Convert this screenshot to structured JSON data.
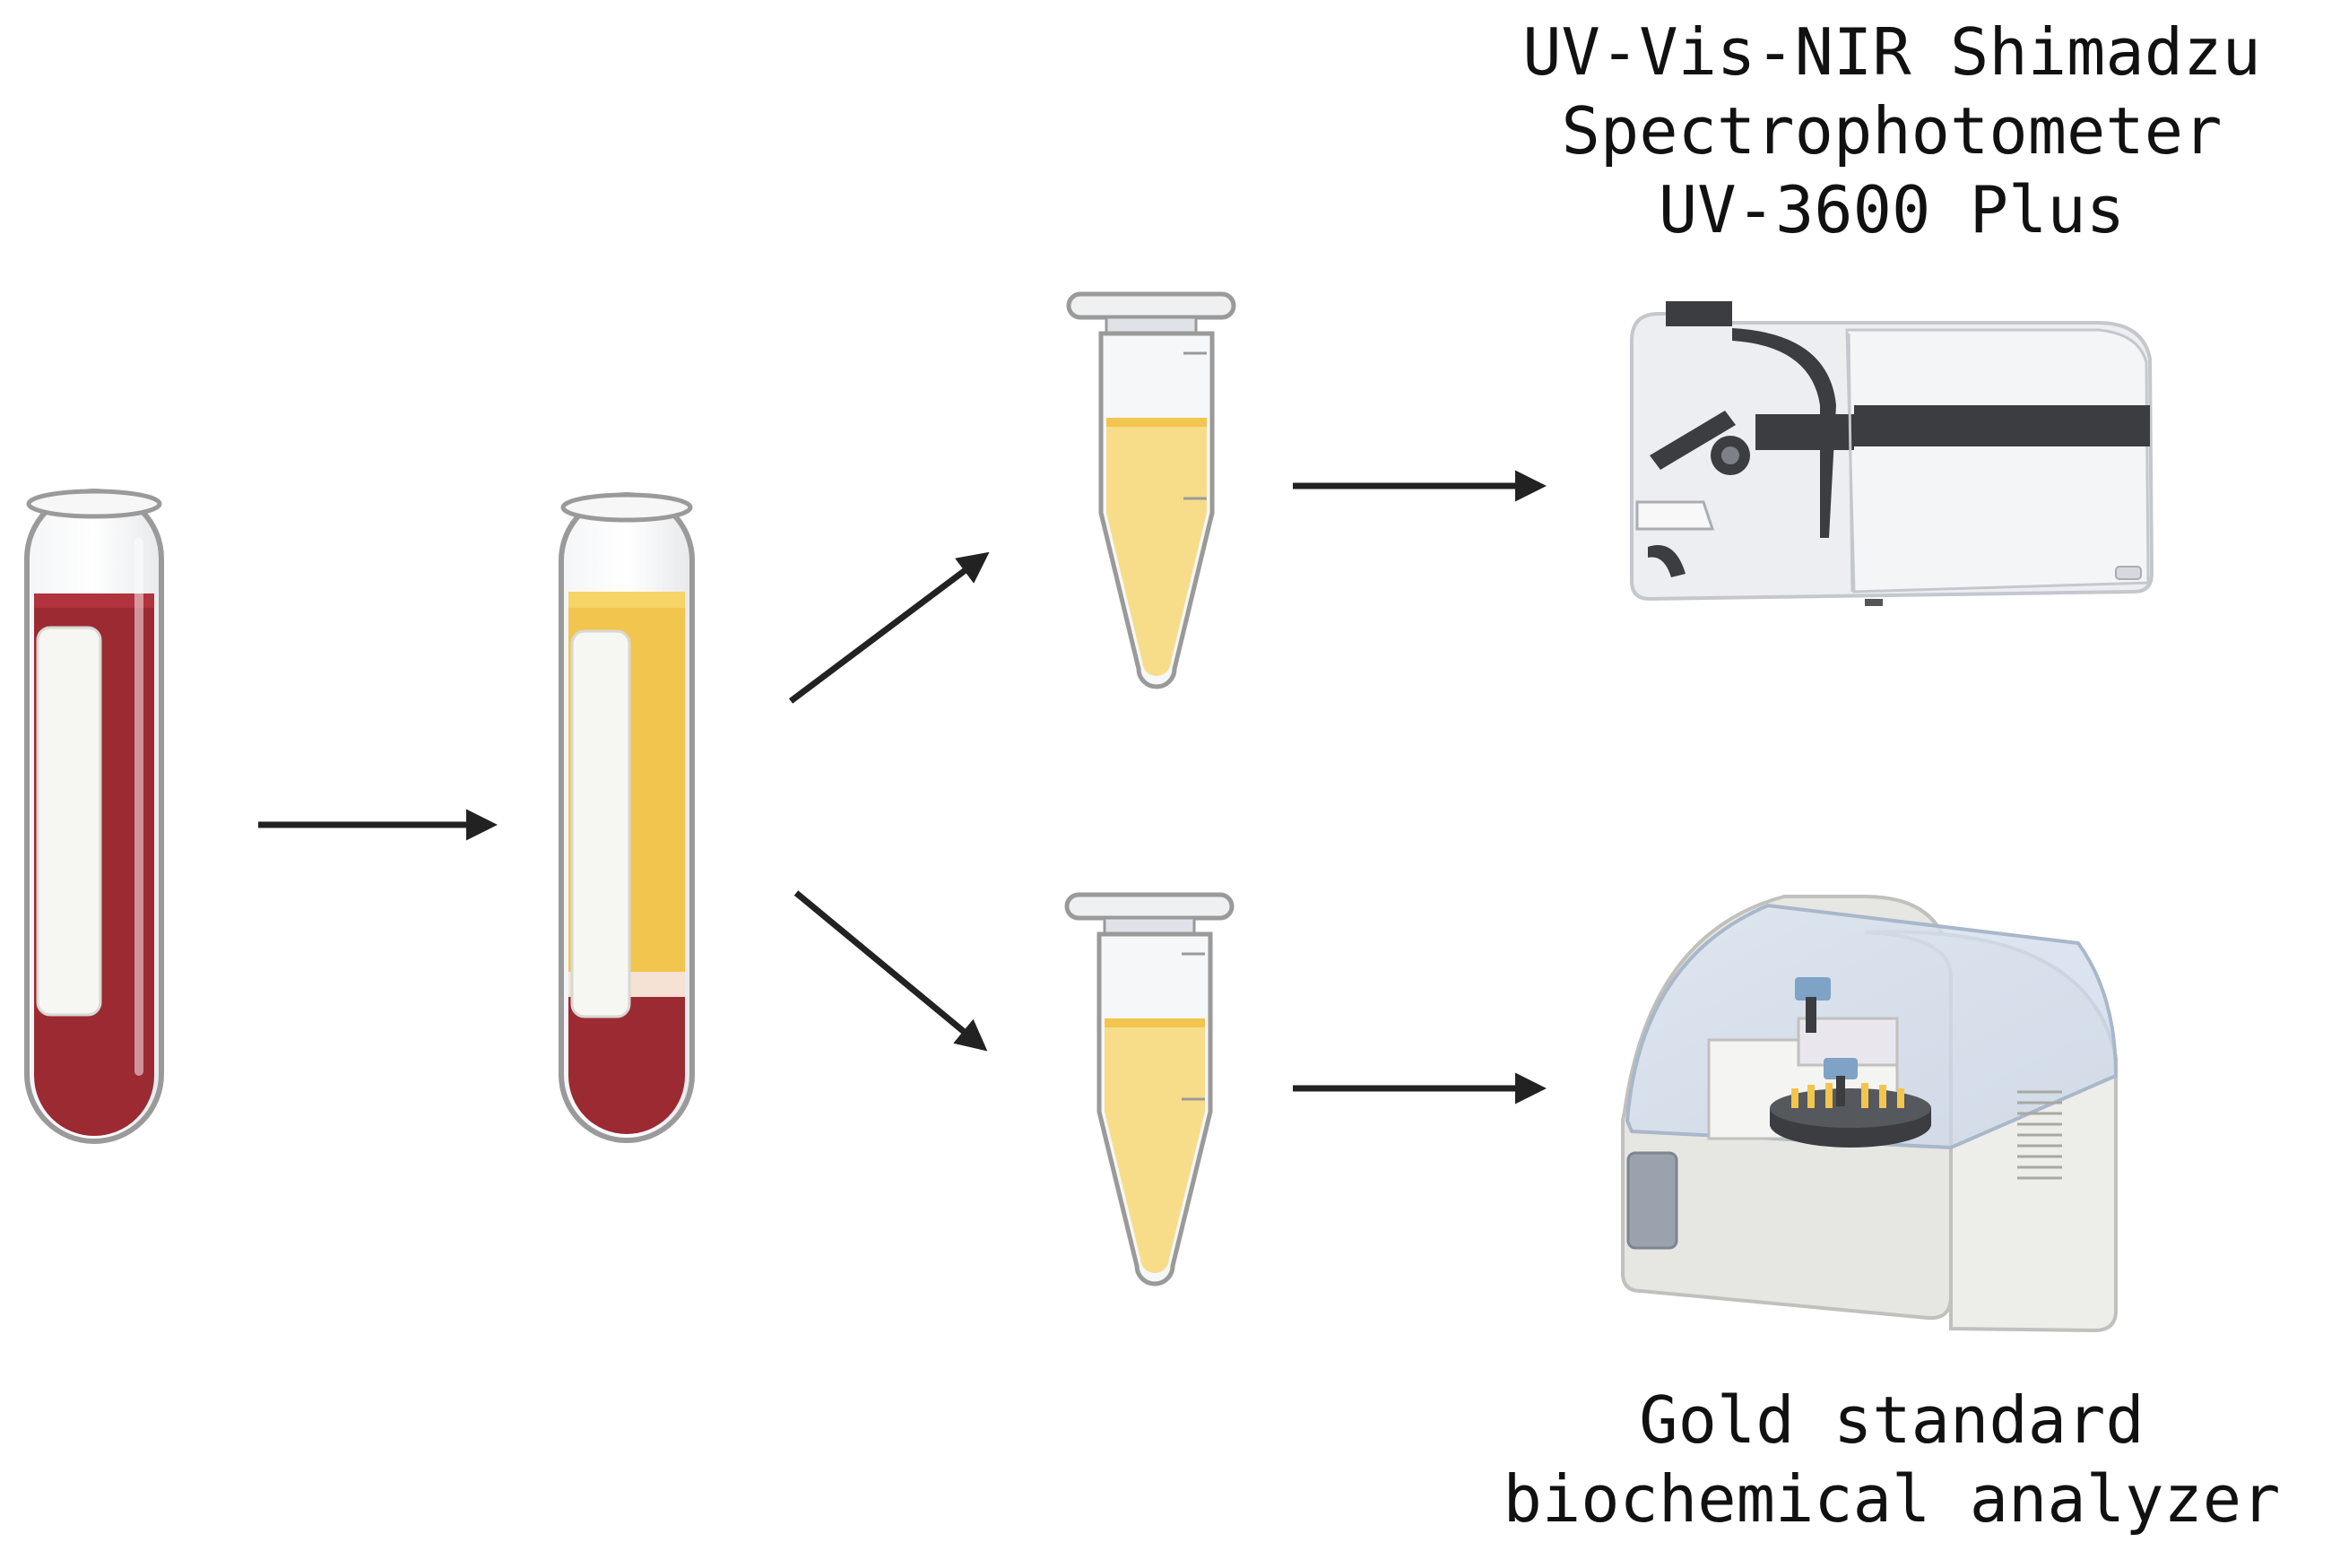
{
  "labels": {
    "spectrophotometer": {
      "line1": "UV-Vis-NIR Shimadzu",
      "line2": "Spectrophotometer",
      "line3": "UV-3600 Plus"
    },
    "analyzer": {
      "line1": "Gold standard",
      "line2": "biochemical analyzer"
    }
  },
  "colors": {
    "blood": "#9b2a33",
    "plasma": "#f2c54e",
    "serum_light": "#f7dd8a",
    "glass_outline": "#9a9a9a",
    "arrow": "#222222",
    "instrument_body": "#e9ebee",
    "instrument_dark": "#3b3d40"
  }
}
